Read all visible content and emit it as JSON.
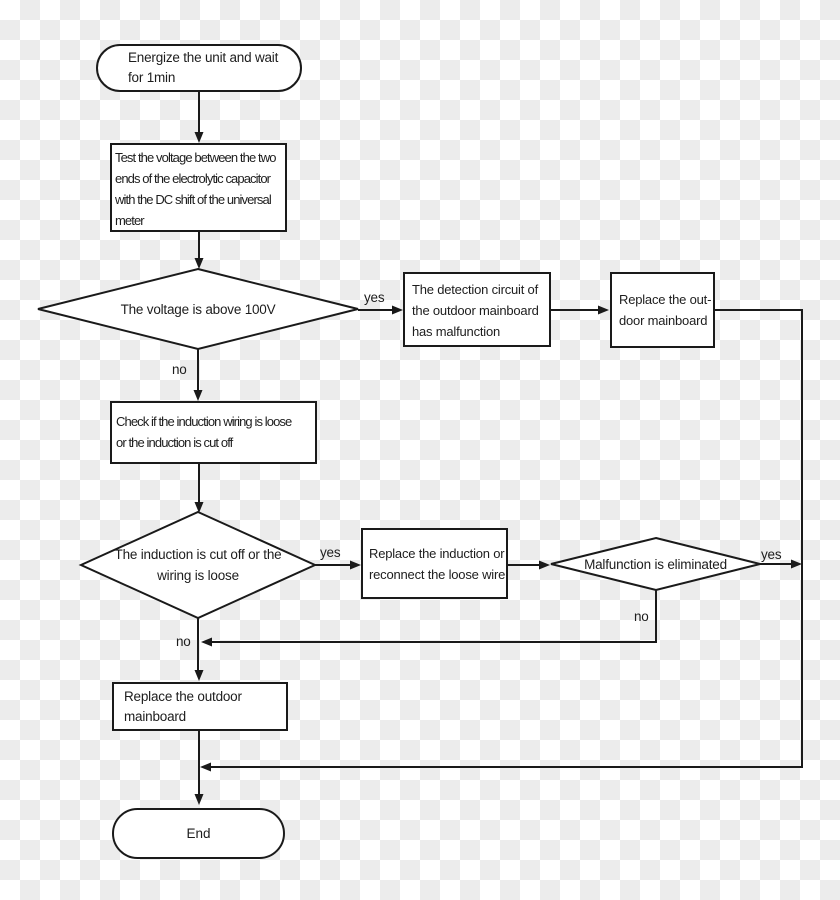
{
  "diagram": {
    "type": "flowchart",
    "colors": {
      "line": "#1a1a1a",
      "node_fill": "#ffffff",
      "checker_gray": "#ececec"
    },
    "nodes": {
      "start": {
        "shape": "stadium",
        "lines": [
          "Energize the unit and wait",
          "for 1min"
        ]
      },
      "test_voltage": {
        "shape": "rect",
        "lines": [
          "Test the voltage between the two",
          "ends of the electrolytic capacitor",
          "with the DC shift of the universal",
          "meter"
        ]
      },
      "voltage_decision": {
        "shape": "diamond",
        "text": "The voltage is above 100V"
      },
      "detection_malfunction": {
        "shape": "rect",
        "lines": [
          "The detection circuit of",
          "the outdoor mainboard",
          "has malfunction"
        ]
      },
      "replace_outdoor_top": {
        "shape": "rect",
        "lines": [
          "Replace the out-",
          "door mainboard"
        ]
      },
      "check_induction": {
        "shape": "rect",
        "lines": [
          "Check if the induction wiring is loose",
          "or the induction is cut off"
        ]
      },
      "induction_decision": {
        "shape": "diamond",
        "lines": [
          "The induction is cut off or the",
          "wiring is loose"
        ]
      },
      "replace_induction": {
        "shape": "rect",
        "lines": [
          "Replace the induction or",
          "reconnect the loose wire"
        ]
      },
      "malfunction_decision": {
        "shape": "diamond",
        "text": "Malfunction is eliminated"
      },
      "replace_outdoor_bottom": {
        "shape": "rect",
        "lines": [
          "Replace the outdoor",
          "mainboard"
        ]
      },
      "end": {
        "shape": "stadium",
        "text": "End"
      }
    },
    "labels": {
      "yes_voltage": "yes",
      "no_voltage": "no",
      "yes_induction": "yes",
      "yes_malfunction": "yes",
      "no_malfunction": "no",
      "no_junction": "no"
    }
  }
}
